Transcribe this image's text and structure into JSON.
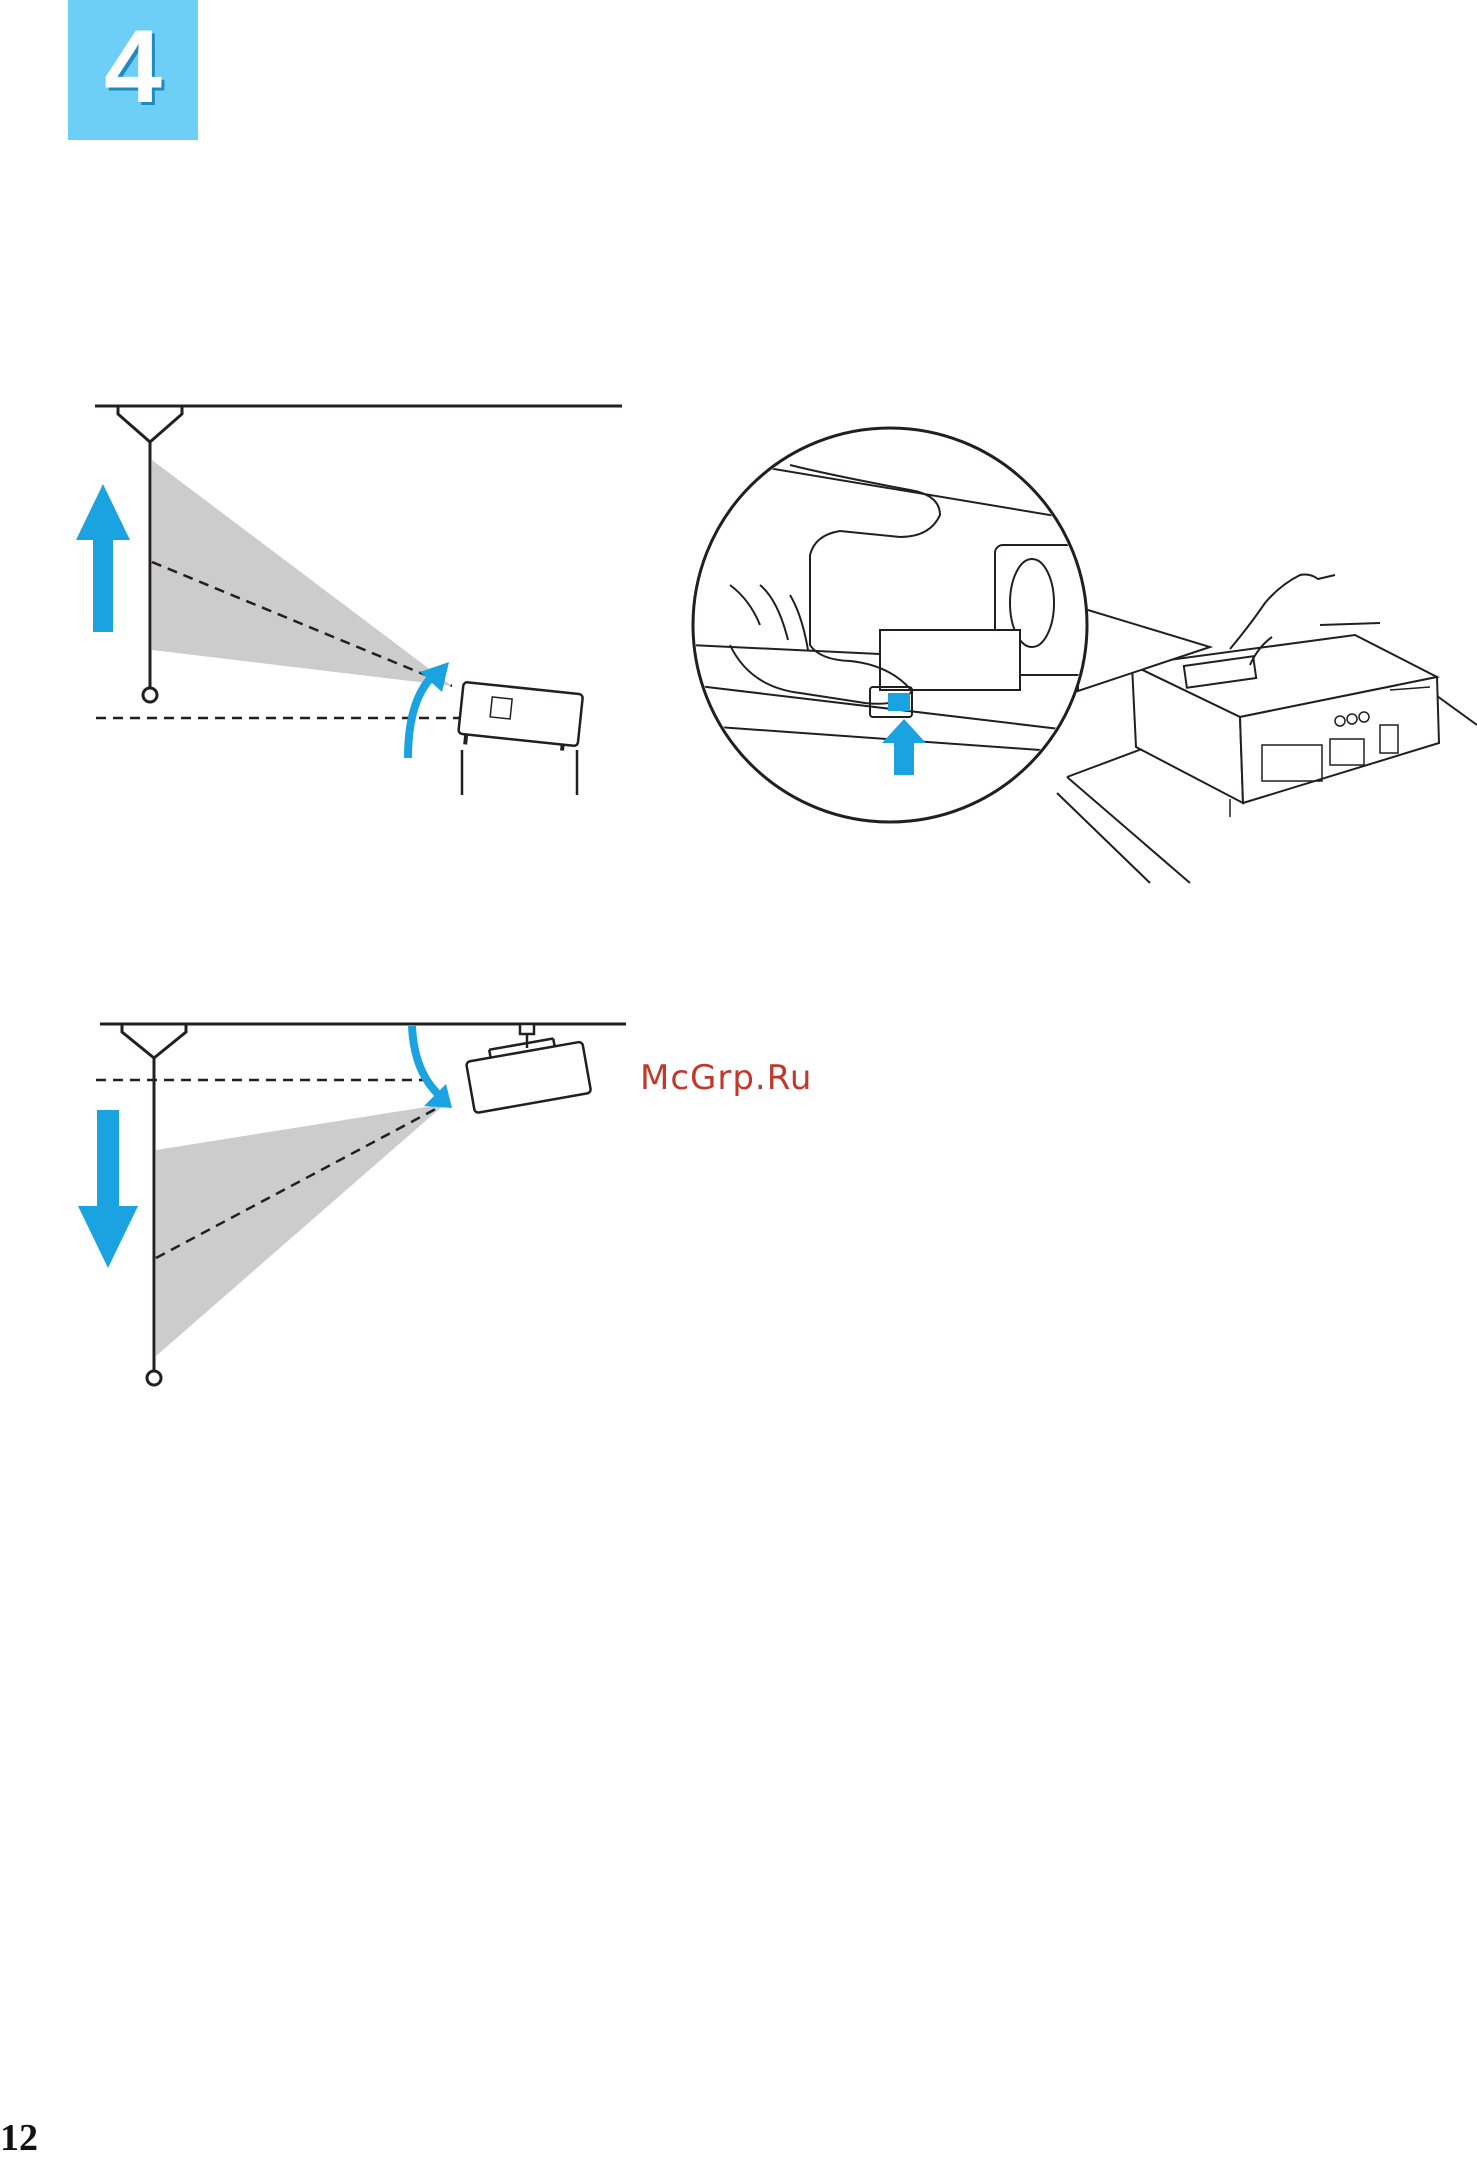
{
  "step": {
    "number": "4"
  },
  "watermark": {
    "text": "McGrp.Ru"
  },
  "page": {
    "number": "12"
  },
  "colors": {
    "accent_blue": "#1aa3e0",
    "badge": "#6dcff6",
    "beam_gray": "#cccccc"
  },
  "icons": {
    "up": "up-arrow-icon",
    "down": "down-arrow-icon",
    "tilt_up": "curved-arrow-icon",
    "tilt_down": "curved-arrow-icon"
  }
}
